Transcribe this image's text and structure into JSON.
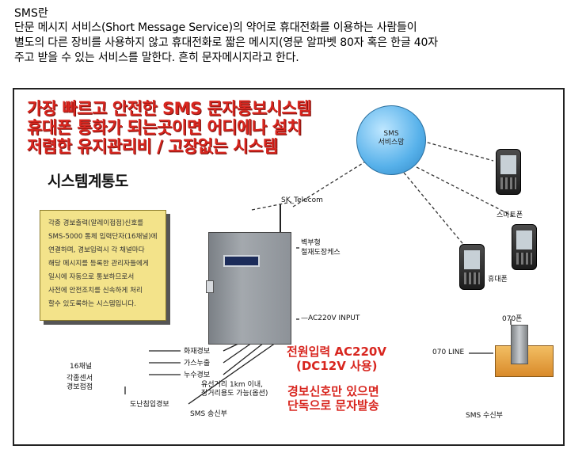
{
  "intro": {
    "title": "SMS란",
    "line1": "단문 메시지 서비스(Short Message Service)의 약어로 휴대전화를 이용하는 사람들이",
    "line2": "별도의 다른 장비를 사용하지 않고 휴대전화로 짧은 메시지(영문 알파벳 80자 혹은 한글 40자",
    "line3": "주고 받을 수 있는 서비스를 말한다. 흔히 문자메시지라고 한다."
  },
  "diagram": {
    "headline": [
      "가장 빠르고 안전한 SMS 문자통보시스템",
      "휴대폰 통화가 되는곳이면 어디에나 설치",
      "저렴한 유지관리비 / 고장없는 시스템"
    ],
    "system_title": "시스템계통도",
    "note_lines": [
      "각종 경보출력(알레이접점)신호를",
      "SMS-5000 통체 입력단자(16채널)에",
      "연결하며, 경보입력시 각 채널마다",
      "해당 메시지를 등록한 관리자들에게",
      "일시에 자동으로 통보하므로서",
      "사전에 안전조치를 신속하게 처리",
      "할수 있도록하는 시스템입니다."
    ],
    "sms_service": "SMS\n서비스망",
    "sk_telecom": "SK_Telecom",
    "cabinet_label": "벽부형\n철재도장케스",
    "ac_input": "AC220V INPUT",
    "smartphone_label": "스마트폰",
    "phone_label": "휴대폰",
    "alarms": [
      "화재경보",
      "가스누출",
      "누수경보"
    ],
    "channel16": "16채널",
    "various_alarm": "각종센서\n경보접점",
    "theft_alarm": "도난침입경보",
    "wire_note": "유선거리 1km 이내,\n장거리용도 가능(옵션)",
    "sms_tx": "SMS 송신부",
    "power_in": "전원입력 AC220V",
    "power_dc": "(DC12V 사용)",
    "alarm_only_1": "경보신호만 있으면",
    "alarm_only_2": "단독으로 문자발송",
    "line070": "070 LINE",
    "phone070": "070폰",
    "sms_rx": "SMS 수신부"
  }
}
